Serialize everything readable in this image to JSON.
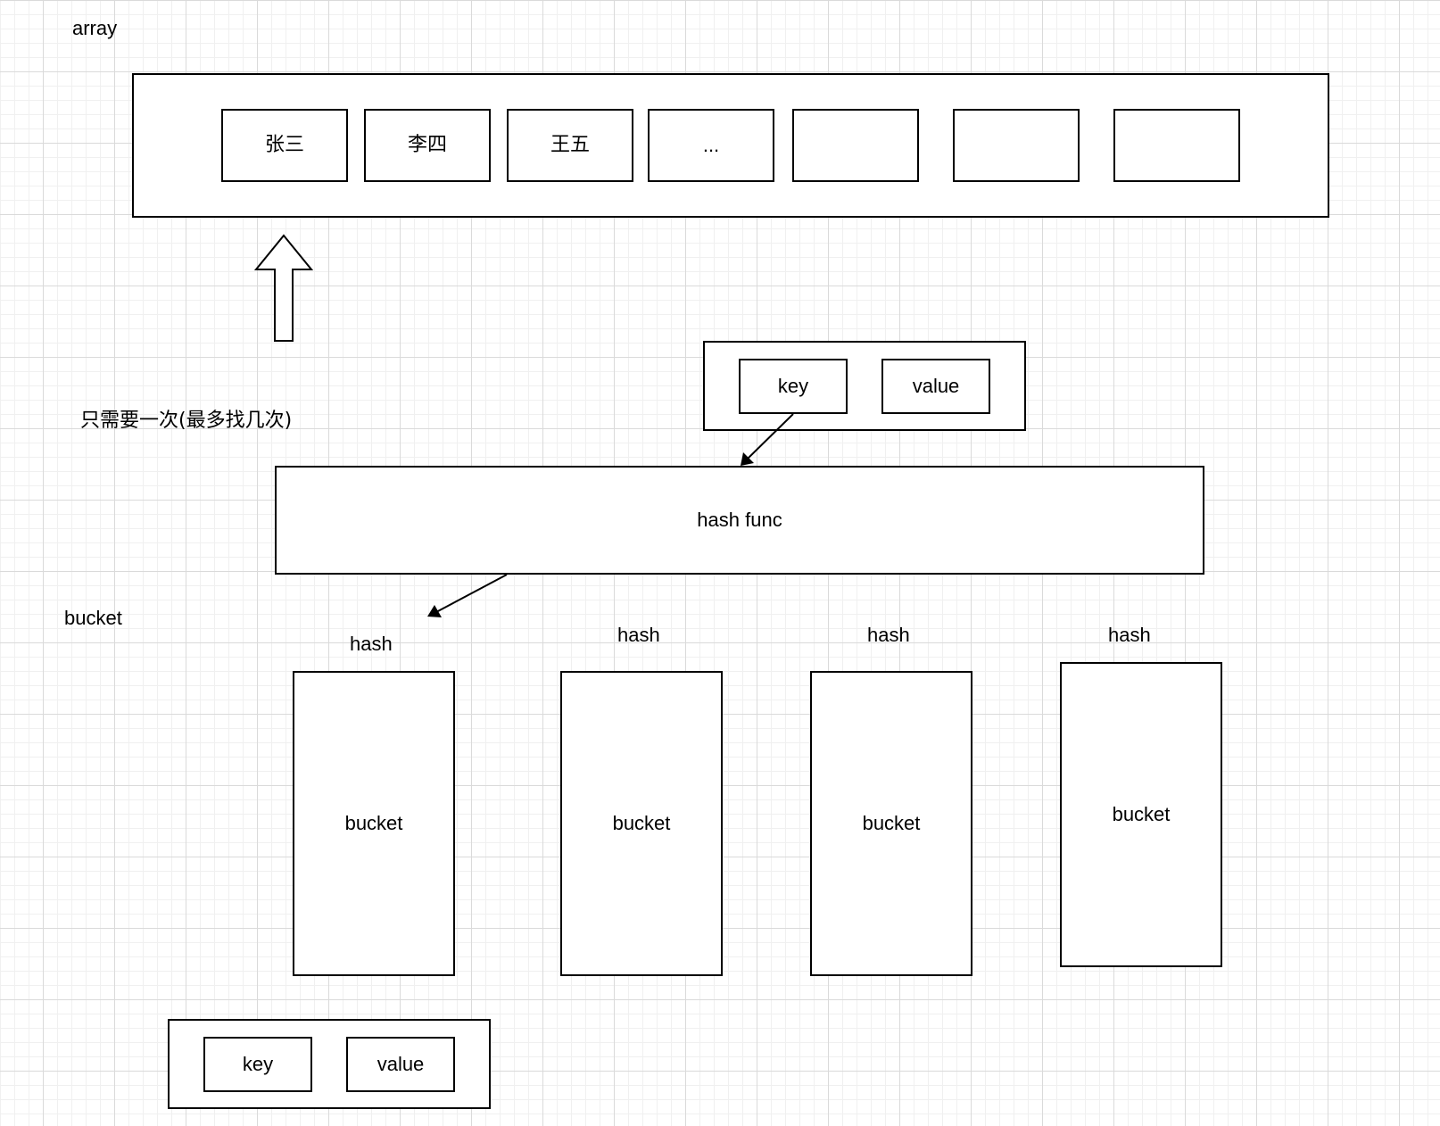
{
  "labels": {
    "array": "array",
    "bucket": "bucket",
    "note": "只需要一次(最多找几次)"
  },
  "array_cells": [
    "张三",
    "李四",
    "王五",
    "...",
    "",
    "",
    ""
  ],
  "top_pair": {
    "key": "key",
    "value": "value"
  },
  "hash_func": "hash func",
  "buckets": [
    {
      "hash": "hash",
      "label": "bucket"
    },
    {
      "hash": "hash",
      "label": "bucket"
    },
    {
      "hash": "hash",
      "label": "bucket"
    },
    {
      "hash": "hash",
      "label": "bucket"
    }
  ],
  "bottom_pair": {
    "key": "key",
    "value": "value"
  }
}
